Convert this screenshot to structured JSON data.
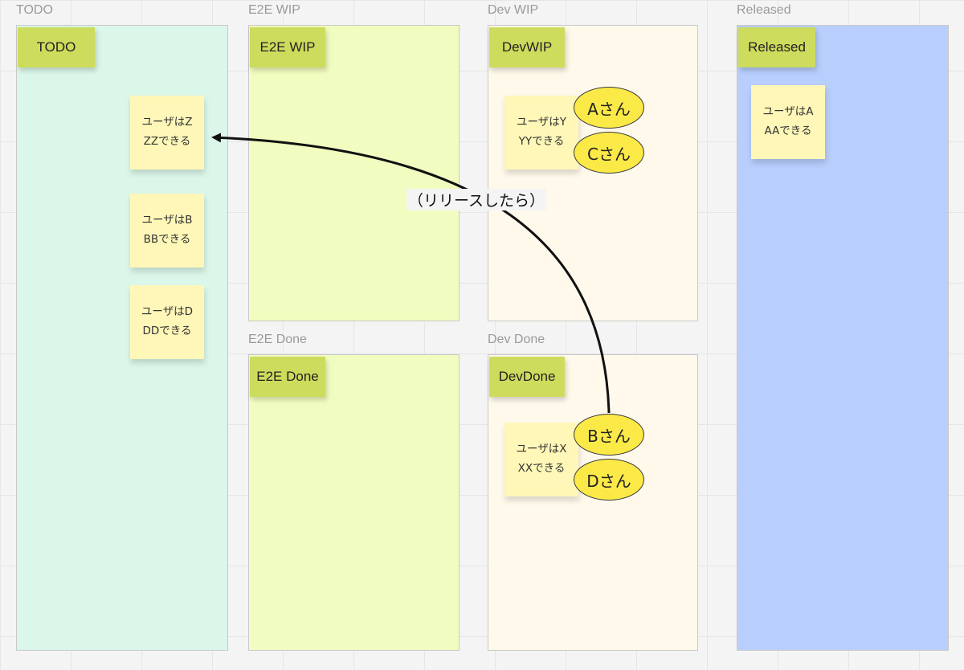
{
  "frames": {
    "todo": {
      "title": "TODO",
      "header": "TODO",
      "color": "#dbf7e9"
    },
    "e2e_wip": {
      "title": "E2E WIP",
      "header": "E2E WIP",
      "color": "#f1fdc0"
    },
    "dev_wip": {
      "title": "Dev WIP",
      "header": "DevWIP",
      "color": "#fff9ec"
    },
    "released": {
      "title": "Released",
      "header": "Released",
      "color": "#b8cefd"
    },
    "e2e_done": {
      "title": "E2E Done",
      "header": "E2E Done",
      "color": "#f1fdc0"
    },
    "dev_done": {
      "title": "Dev Done",
      "header": "DevDone",
      "color": "#fff9ec"
    }
  },
  "stickies": {
    "zz": [
      "ユーザはZ",
      "ZZできる"
    ],
    "bb": [
      "ユーザはB",
      "BBできる"
    ],
    "dd": [
      "ユーザはD",
      "DDできる"
    ],
    "yy": [
      "ユーザはY",
      "YYできる"
    ],
    "aa": [
      "ユーザはA",
      "AAできる"
    ],
    "xx": [
      "ユーザはX",
      "XXできる"
    ]
  },
  "people": {
    "a": "Aさん",
    "c": "Cさん",
    "b": "Bさん",
    "d": "Dさん"
  },
  "connector": {
    "label": "（リリースしたら）"
  },
  "colors": {
    "header_note": "#cddc5c",
    "sticky": "#fff7b8",
    "person": "#fbe947"
  }
}
